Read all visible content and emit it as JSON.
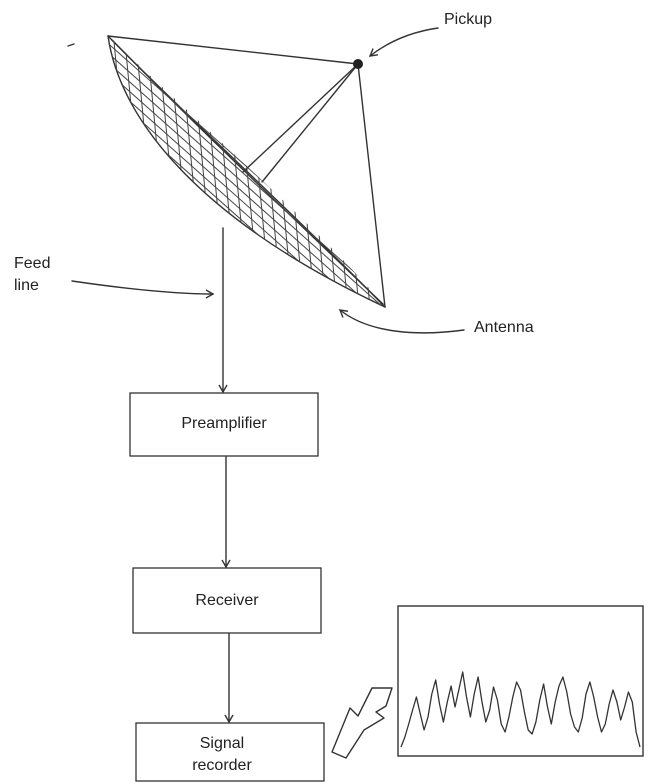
{
  "labels": {
    "pickup": "Pickup",
    "feed_line_1": "Feed",
    "feed_line_2": "line",
    "antenna": "Antenna"
  },
  "boxes": {
    "preamplifier": "Preamplifier",
    "receiver": "Receiver",
    "signal_recorder_1": "Signal",
    "signal_recorder_2": "recorder"
  },
  "recorder_trace": [
    0.05,
    0.15,
    0.28,
    0.42,
    0.55,
    0.38,
    0.22,
    0.35,
    0.58,
    0.72,
    0.48,
    0.3,
    0.5,
    0.66,
    0.45,
    0.62,
    0.8,
    0.55,
    0.35,
    0.58,
    0.75,
    0.5,
    0.3,
    0.42,
    0.65,
    0.52,
    0.28,
    0.2,
    0.35,
    0.55,
    0.7,
    0.62,
    0.4,
    0.22,
    0.18,
    0.3,
    0.52,
    0.68,
    0.45,
    0.28,
    0.5,
    0.66,
    0.75,
    0.6,
    0.38,
    0.25,
    0.2,
    0.34,
    0.58,
    0.7,
    0.55,
    0.35,
    0.2,
    0.28,
    0.48,
    0.62,
    0.5,
    0.32,
    0.45,
    0.6,
    0.5,
    0.2,
    0.05
  ],
  "colors": {
    "ink": "#333333",
    "background": "#ffffff"
  }
}
